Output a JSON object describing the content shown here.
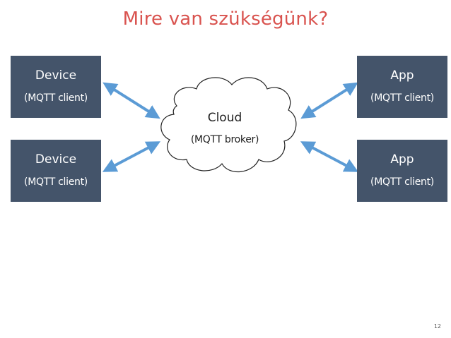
{
  "slide": {
    "title": "Mire van szükségünk?",
    "page_number": "12"
  },
  "nodes": {
    "device_top": {
      "name": "Device",
      "role": "(MQTT client)"
    },
    "device_bottom": {
      "name": "Device",
      "role": "(MQTT client)"
    },
    "app_top": {
      "name": "App",
      "role": "(MQTT client)"
    },
    "app_bottom": {
      "name": "App",
      "role": "(MQTT client)"
    },
    "cloud": {
      "name": "Cloud",
      "role": "(MQTT broker)"
    }
  },
  "colors": {
    "title": "#d9534f",
    "box_fill": "#44546a",
    "arrow": "#5b9bd5",
    "cloud_stroke": "#222222"
  }
}
